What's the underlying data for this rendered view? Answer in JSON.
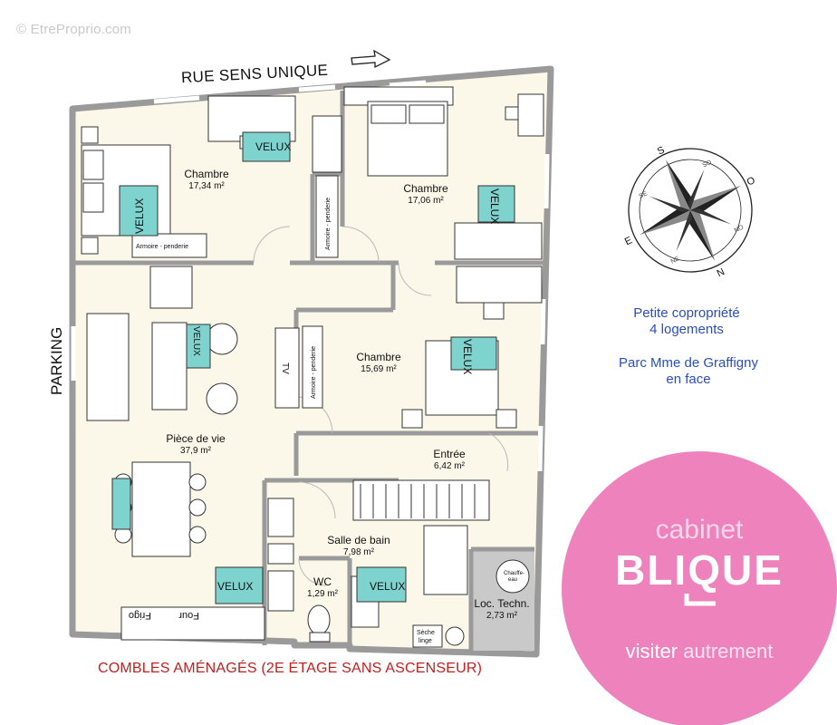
{
  "watermark": "© EtreProprio.com",
  "street_label": "RUE SENS UNIQUE",
  "parking_label": "PARKING",
  "rooms": [
    {
      "name": "Chambre",
      "area": "17,34 m²"
    },
    {
      "name": "Chambre",
      "area": "17,06 m²"
    },
    {
      "name": "Chambre",
      "area": "15,69 m²"
    },
    {
      "name": "Pièce de vie",
      "area": "37,9 m²"
    },
    {
      "name": "Entrée",
      "area": "6,42 m²"
    },
    {
      "name": "Salle de bain",
      "area": "7,98 m²"
    },
    {
      "name": "WC",
      "area": "1,29 m²"
    },
    {
      "name": "Loc. Techn.",
      "area": "2,73 m²"
    }
  ],
  "fixtures": {
    "velux": "VELUX",
    "armoire": "Armoire - penderie",
    "tv": "TV",
    "four": "Four",
    "frigo": "Frigo",
    "chauffe_line1": "Chauffe-",
    "chauffe_line2": "eau",
    "seche_line1": "Sèche",
    "seche_line2": "linge"
  },
  "compass": {
    "N": "N",
    "S": "S",
    "E": "E",
    "O": "O",
    "NE": "NE",
    "SE": "SE",
    "SO": "SO",
    "NO": "NO"
  },
  "notes": {
    "line1": "Petite copropriété",
    "line2": "4 logements",
    "line3": "Parc Mme de Graffigny",
    "line4": "en face"
  },
  "footer": "COMBLES AMÉNAGÉS (2E ÉTAGE SANS ASCENSEUR)",
  "brand": {
    "top": "cabinet",
    "name": "BLIQUE",
    "tagline_bold": "visiter",
    "tagline_light": "autrement",
    "color": "#ee82bd"
  }
}
